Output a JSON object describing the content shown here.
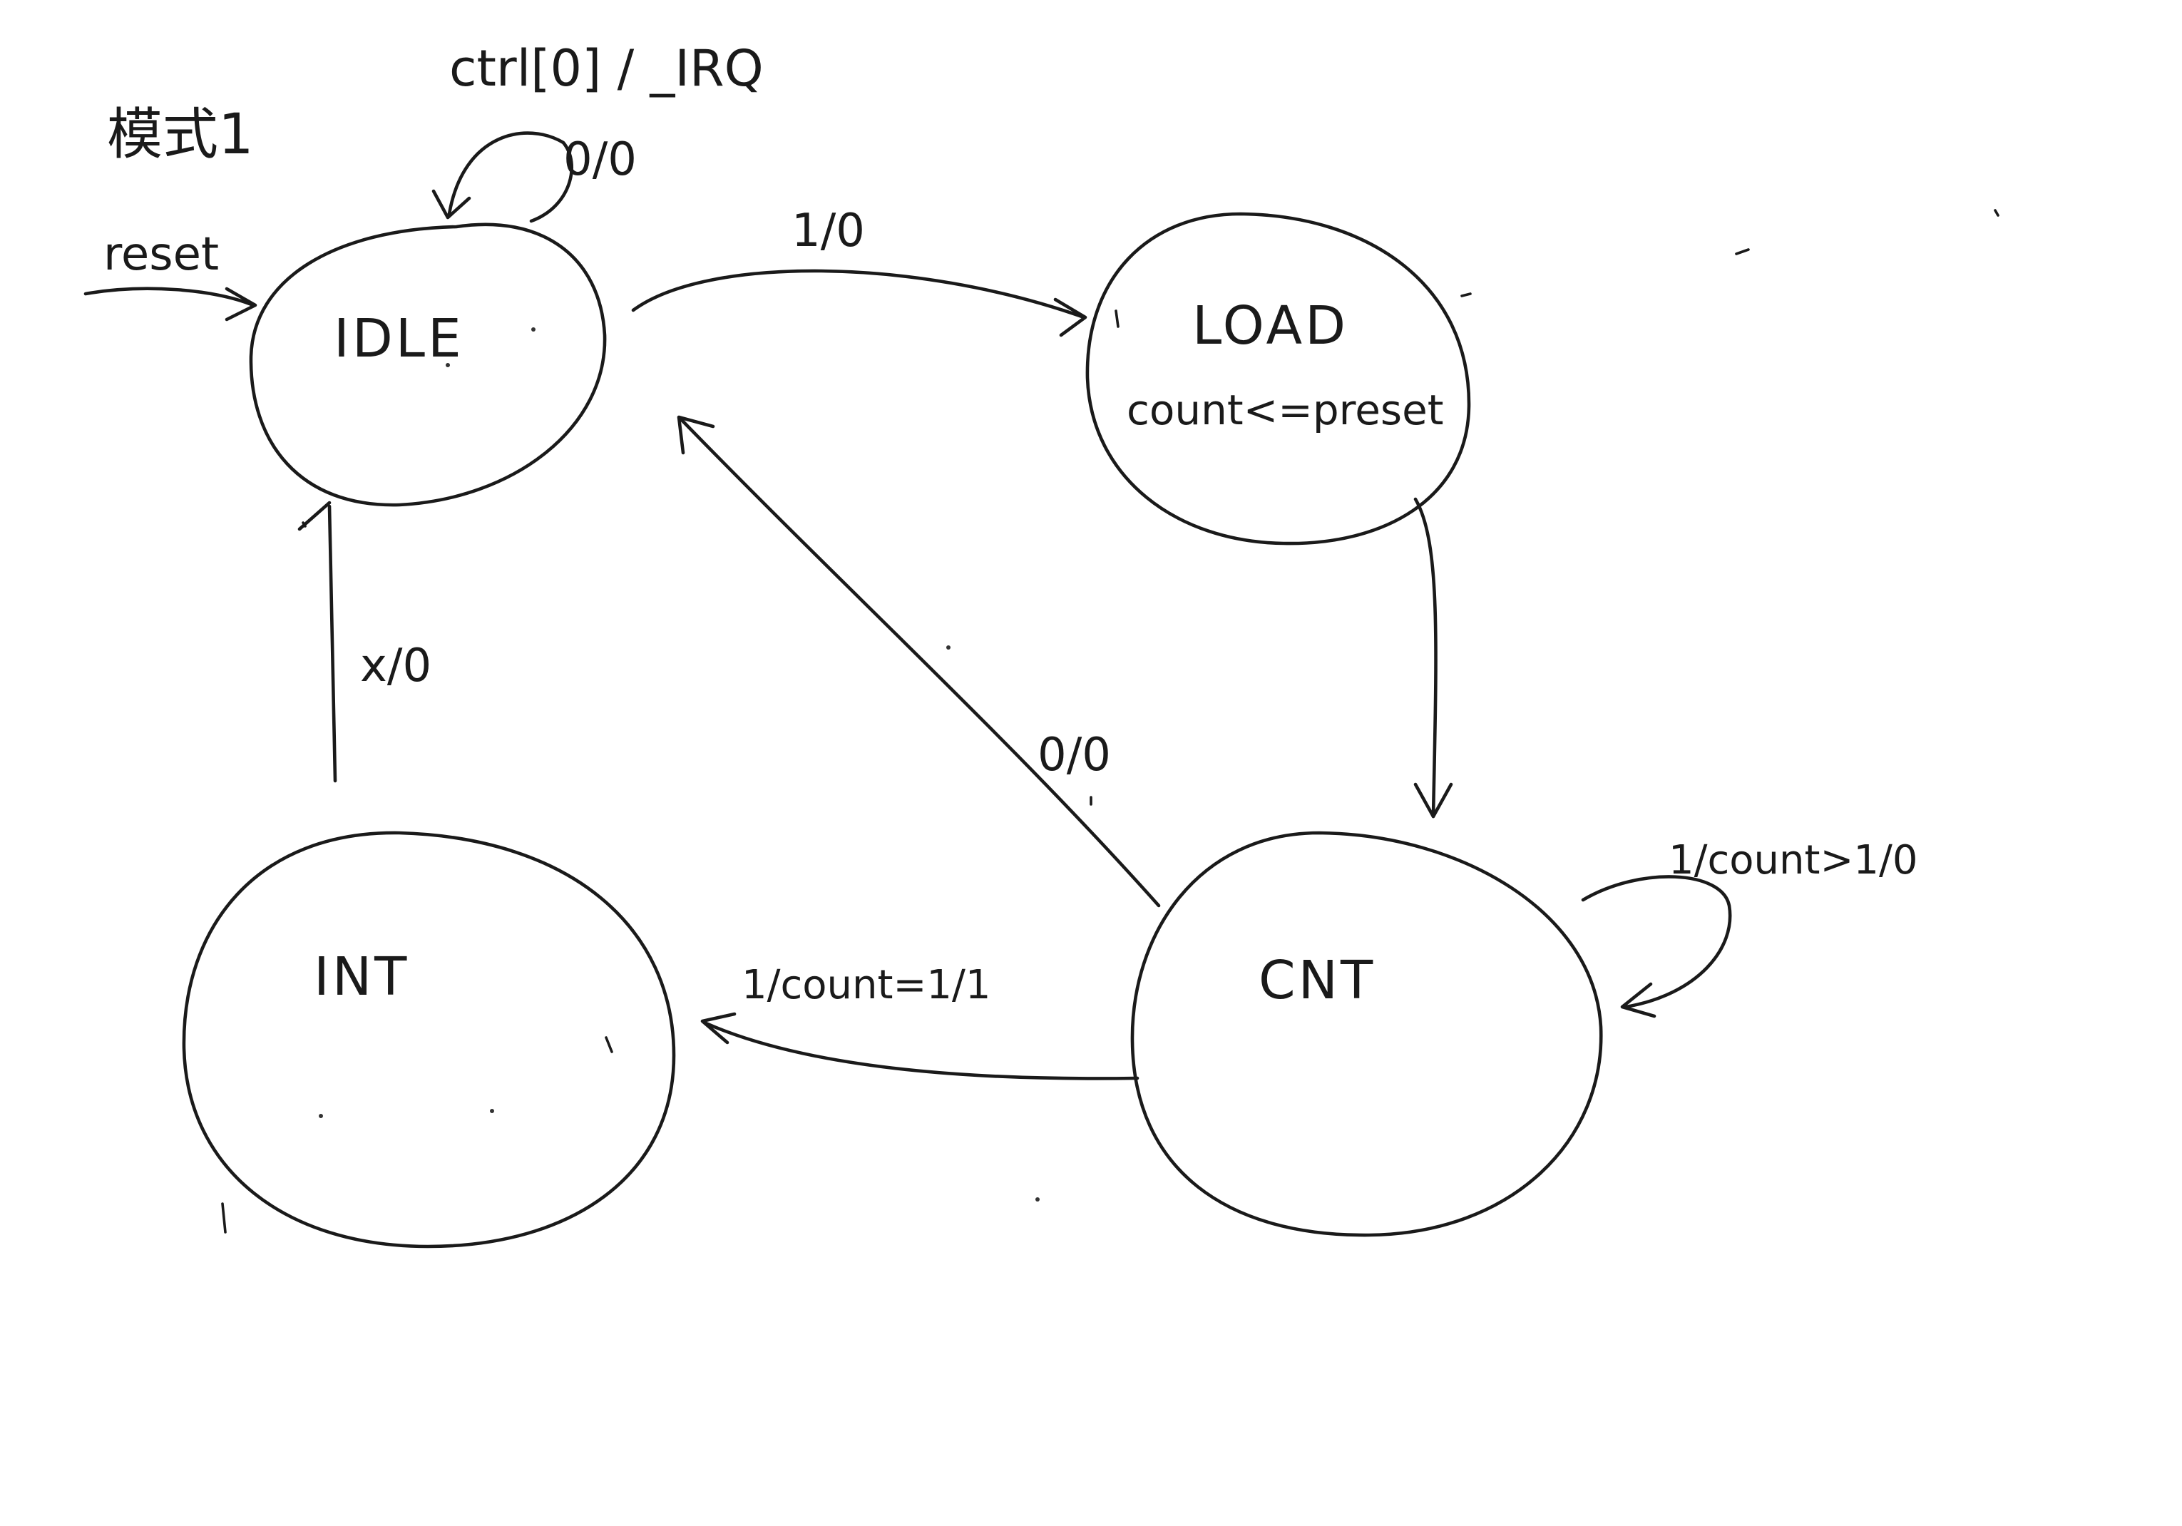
{
  "title": "模式1",
  "header_label": "ctrl[0] / _IRQ",
  "states": {
    "idle": {
      "name": "IDLE"
    },
    "load": {
      "name": "LOAD",
      "action": "count<=preset"
    },
    "cnt": {
      "name": "CNT"
    },
    "int": {
      "name": "INT"
    }
  },
  "transitions": {
    "reset": {
      "label": "reset"
    },
    "idle_self": {
      "label": "0/0"
    },
    "idle_to_load": {
      "label": "1/0"
    },
    "cnt_to_idle": {
      "label": "0/0"
    },
    "int_to_idle": {
      "label": "x/0"
    },
    "cnt_self": {
      "label": "1/count>1/0"
    },
    "cnt_to_int": {
      "label": "1/count=1/1"
    }
  }
}
